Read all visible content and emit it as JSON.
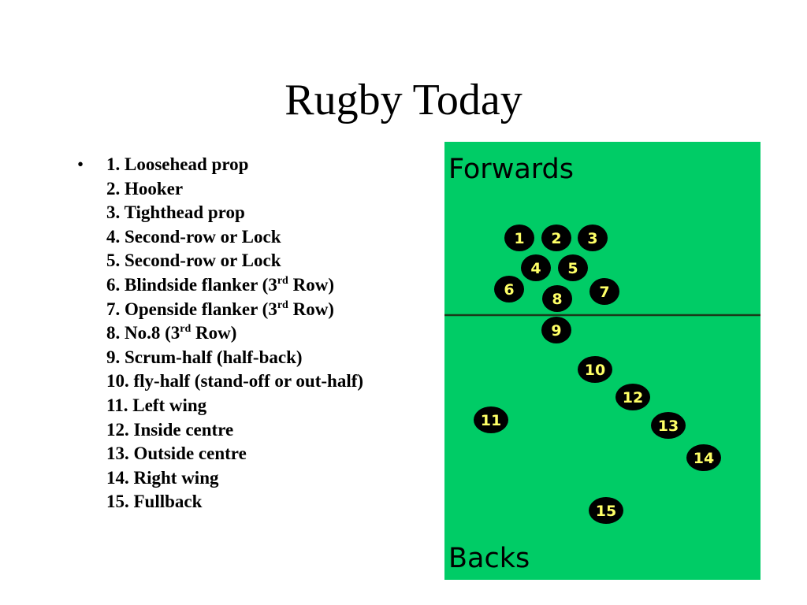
{
  "slide": {
    "title": "Rugby Today",
    "bullet": "•",
    "positions": [
      {
        "text": "1. Loosehead prop"
      },
      {
        "text": "2. Hooker"
      },
      {
        "text": "3. Tighthead prop"
      },
      {
        "text": "4. Second-row or Lock"
      },
      {
        "text": "5. Second-row or Lock"
      },
      {
        "pre": "6. Blindside flanker (3",
        "sup": "rd",
        "post": " Row)"
      },
      {
        "pre": "7. Openside flanker (3",
        "sup": "rd",
        "post": " Row)"
      },
      {
        "pre": "8. No.8 (3",
        "sup": "rd",
        "post": " Row)"
      },
      {
        "text": "9. Scrum-half (half-back)"
      },
      {
        "text": "10. fly-half (stand-off or out-half)"
      },
      {
        "text": "11. Left wing"
      },
      {
        "text": "12. Inside centre"
      },
      {
        "text": "13. Outside centre"
      },
      {
        "text": "14. Right wing"
      },
      {
        "text": "15. Fullback"
      }
    ]
  },
  "diagram": {
    "forwards_label": "Forwards",
    "backs_label": "Backs",
    "colors": {
      "field": "#00cc66",
      "player": "#000000",
      "number": "#ffff66",
      "label": "#000000"
    },
    "players": [
      "1",
      "2",
      "3",
      "4",
      "5",
      "6",
      "7",
      "8",
      "9",
      "10",
      "11",
      "12",
      "13",
      "14",
      "15"
    ]
  }
}
